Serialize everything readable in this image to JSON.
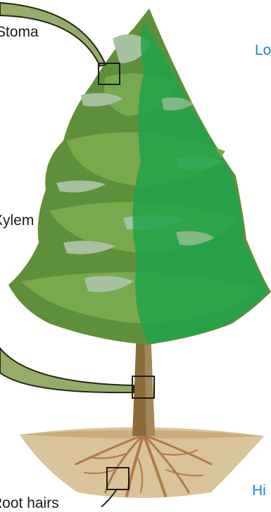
{
  "labels": {
    "stoma": "Stoma",
    "xylem": "Xylem",
    "root_hairs": "Root hairs"
  },
  "side_labels": {
    "top": "Lo",
    "bottom": "Hi"
  },
  "colors": {
    "label_text": "#1a1a1a",
    "side_text": "#1f86c8",
    "callout_fill": "#97ac6b",
    "callout_stroke": "#1f2a12",
    "foliage_dark": "#5e8f3a",
    "foliage_bright": "#1fa34a",
    "foliage_pale": "#a7c0a0",
    "trunk": "#8a6d3b",
    "soil": "#d9c39a",
    "roots": "#b07a49"
  }
}
